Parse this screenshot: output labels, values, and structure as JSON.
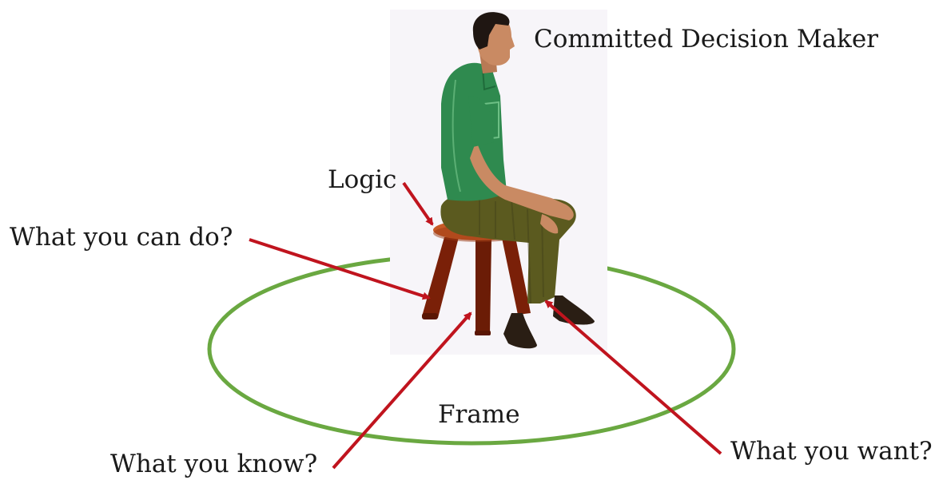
{
  "labels": {
    "title": "Committed Decision Maker",
    "logic": "Logic",
    "what_you_can_do": "What you can do?",
    "frame": "Frame",
    "what_you_know": "What you know?",
    "what_you_want": "What you want?"
  },
  "colors": {
    "frame_ellipse": "#6aa841",
    "arrows": "#c0141e",
    "shirt": "#2f8a4f",
    "trousers": "#5b5a1f",
    "stool": "#7a2008",
    "stool_seat": "#c85a26",
    "skin": "#c98a63",
    "hair": "#1f1612",
    "image_background": "#f7f5f9"
  },
  "figure": {
    "subject": "man-seated-on-stool-illustration"
  }
}
